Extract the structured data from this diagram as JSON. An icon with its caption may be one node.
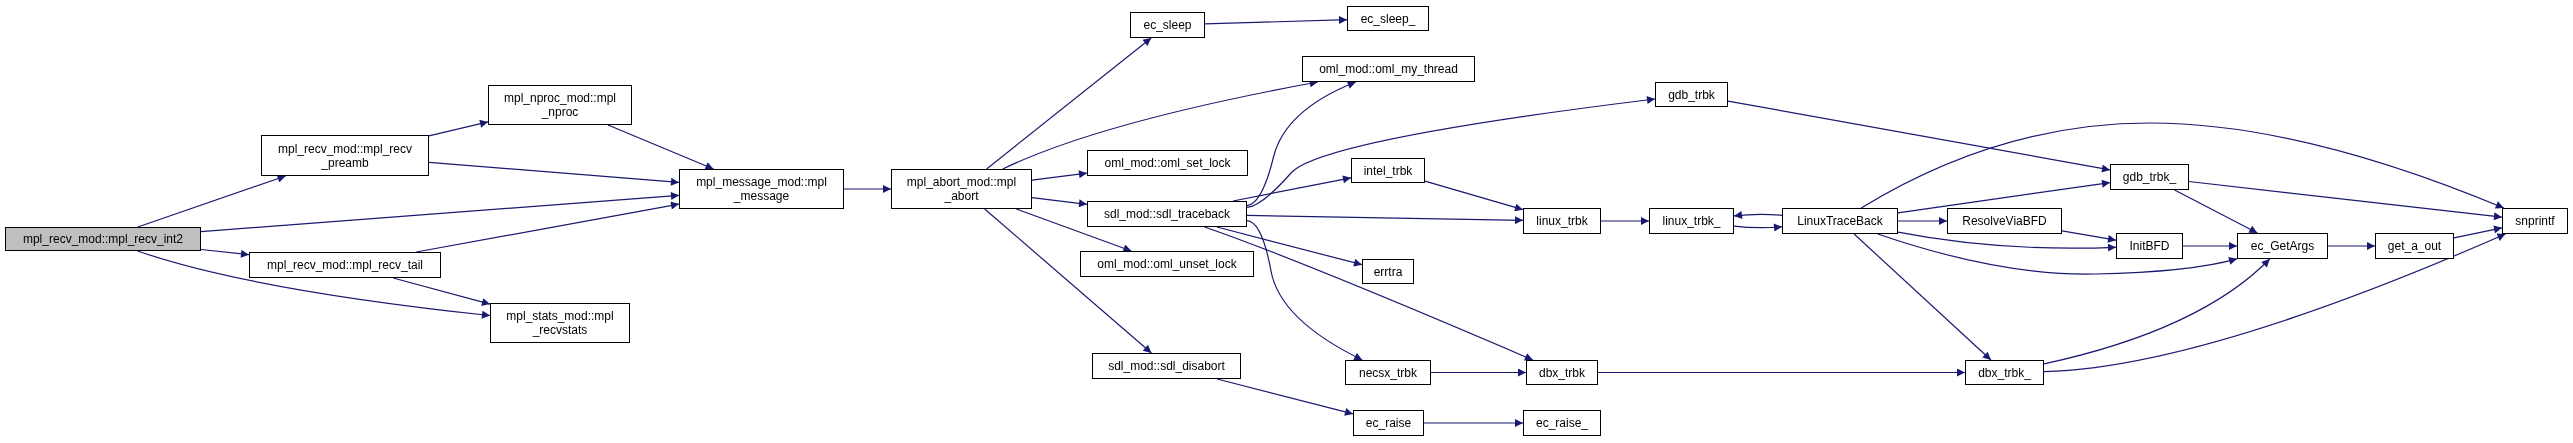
{
  "diagram": {
    "nodes": [
      {
        "text": [
          "mpl_recv_mod::mpl_recv_int2"
        ]
      },
      {
        "text": [
          "mpl_recv_mod::mpl_recv _preamb"
        ]
      },
      {
        "text": [
          "mpl_nproc_mod::mpl _nproc"
        ]
      },
      {
        "text": [
          "mpl_message_mod::mpl _message"
        ]
      },
      {
        "text": [
          "mpl_recv_mod::mpl_recv_tail"
        ]
      },
      {
        "text": [
          "mpl_stats_mod::mpl _recvstats"
        ]
      },
      {
        "text": [
          "mpl_abort_mod::mpl _abort"
        ]
      },
      {
        "text": [
          "ec_sleep"
        ]
      },
      {
        "text": [
          "ec_sleep_"
        ]
      },
      {
        "text": [
          "oml_mod::oml_my_thread"
        ]
      },
      {
        "text": [
          "oml_mod::oml_set_lock"
        ]
      },
      {
        "text": [
          "sdl_mod::sdl_traceback"
        ]
      },
      {
        "text": [
          "oml_mod::oml_unset_lock"
        ]
      },
      {
        "text": [
          "sdl_mod::sdl_disabort"
        ]
      },
      {
        "text": [
          "gdb_trbk"
        ]
      },
      {
        "text": [
          "intel_trbk"
        ]
      },
      {
        "text": [
          "linux_trbk"
        ]
      },
      {
        "text": [
          "errtra"
        ]
      },
      {
        "text": [
          "necsx_trbk"
        ]
      },
      {
        "text": [
          "ec_raise"
        ]
      },
      {
        "text": [
          "linux_trbk_"
        ]
      },
      {
        "text": [
          "dbx_trbk"
        ]
      },
      {
        "text": [
          "ec_raise_"
        ]
      },
      {
        "text": [
          "LinuxTraceBack"
        ]
      },
      {
        "text": [
          "gdb_trbk_"
        ]
      },
      {
        "text": [
          "ResolveViaBFD"
        ]
      },
      {
        "text": [
          "InitBFD"
        ]
      },
      {
        "text": [
          "dbx_trbk_"
        ]
      },
      {
        "text": [
          "ec_GetArgs"
        ]
      },
      {
        "text": [
          "get_a_out"
        ]
      },
      {
        "text": [
          "snprintf"
        ]
      }
    ],
    "edges": [
      {
        "from": 0,
        "to": 1,
        "arrow": "to"
      },
      {
        "from": 0,
        "to": 3,
        "arrow": "to"
      },
      {
        "from": 0,
        "to": 4,
        "arrow": "to"
      },
      {
        "from": 0,
        "to": 5,
        "arrow": "to"
      },
      {
        "from": 1,
        "to": 2,
        "arrow": "to"
      },
      {
        "from": 1,
        "to": 3,
        "arrow": "to"
      },
      {
        "from": 2,
        "to": 3,
        "arrow": "to"
      },
      {
        "from": 4,
        "to": 3,
        "arrow": "to"
      },
      {
        "from": 4,
        "to": 5,
        "arrow": "to"
      },
      {
        "from": 3,
        "to": 6,
        "arrow": "to"
      },
      {
        "from": 6,
        "to": 7,
        "arrow": "to"
      },
      {
        "from": 6,
        "to": 9,
        "arrow": "to"
      },
      {
        "from": 6,
        "to": 10,
        "arrow": "to"
      },
      {
        "from": 6,
        "to": 11,
        "arrow": "to"
      },
      {
        "from": 6,
        "to": 12,
        "arrow": "to"
      },
      {
        "from": 6,
        "to": 13,
        "arrow": "to"
      },
      {
        "from": 7,
        "to": 8,
        "arrow": "to"
      },
      {
        "from": 11,
        "to": 9,
        "arrow": "to"
      },
      {
        "from": 11,
        "to": 14,
        "arrow": "to"
      },
      {
        "from": 11,
        "to": 15,
        "arrow": "to"
      },
      {
        "from": 11,
        "to": 16,
        "arrow": "to"
      },
      {
        "from": 11,
        "to": 17,
        "arrow": "to"
      },
      {
        "from": 11,
        "to": 18,
        "arrow": "to"
      },
      {
        "from": 11,
        "to": 21,
        "arrow": "to"
      },
      {
        "from": 13,
        "to": 19,
        "arrow": "to"
      },
      {
        "from": 15,
        "to": 16,
        "arrow": "to"
      },
      {
        "from": 16,
        "to": 20,
        "arrow": "to"
      },
      {
        "from": 18,
        "to": 21,
        "arrow": "to"
      },
      {
        "from": 19,
        "to": 22,
        "arrow": "to"
      },
      {
        "from": 14,
        "to": 24,
        "arrow": "to"
      },
      {
        "from": 20,
        "to": 23,
        "arrow": "to"
      },
      {
        "from": 23,
        "to": 20,
        "arrow": "to"
      },
      {
        "from": 21,
        "to": 27,
        "arrow": "to"
      },
      {
        "from": 23,
        "to": 30,
        "arrow": "to"
      },
      {
        "from": 23,
        "to": 24,
        "arrow": "to"
      },
      {
        "from": 23,
        "to": 25,
        "arrow": "to"
      },
      {
        "from": 23,
        "to": 26,
        "arrow": "to"
      },
      {
        "from": 23,
        "to": 28,
        "arrow": "to"
      },
      {
        "from": 23,
        "to": 27,
        "arrow": "to"
      },
      {
        "from": 24,
        "to": 30,
        "arrow": "to"
      },
      {
        "from": 24,
        "to": 28,
        "arrow": "to"
      },
      {
        "from": 25,
        "to": 26,
        "arrow": "to"
      },
      {
        "from": 26,
        "to": 28,
        "arrow": "to"
      },
      {
        "from": 28,
        "to": 29,
        "arrow": "to"
      },
      {
        "from": 29,
        "to": 30,
        "arrow": "to"
      },
      {
        "from": 27,
        "to": 28,
        "arrow": "to"
      },
      {
        "from": 27,
        "to": 30,
        "arrow": "to"
      }
    ]
  }
}
